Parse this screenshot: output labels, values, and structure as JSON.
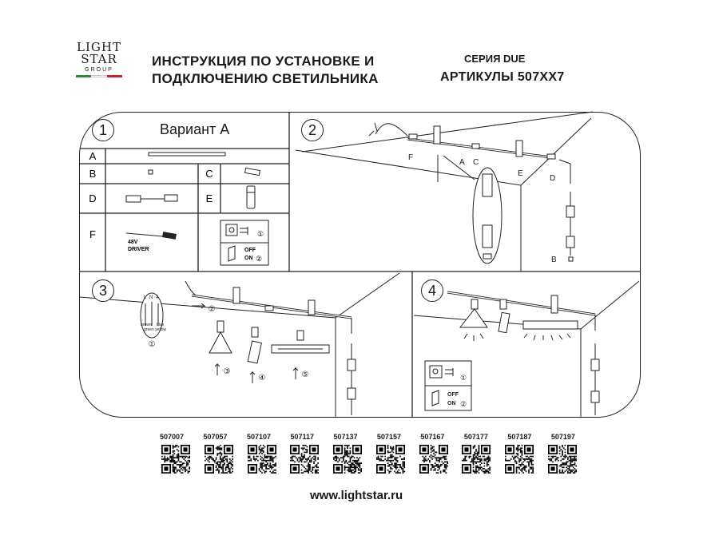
{
  "logo": {
    "line1": "LIGHT",
    "line2": "STAR",
    "line3": "GROUP"
  },
  "header": {
    "title_line1": "ИНСТРУКЦИЯ ПО УСТАНОВКЕ И",
    "title_line2": "ПОДКЛЮЧЕНИЮ СВЕТИЛЬНИКА",
    "series": "СЕРИЯ DUE",
    "articles": "АРТИКУЛЫ 507ХХ7"
  },
  "step1": {
    "number": "1",
    "title": "Вариант А",
    "rows": [
      "A",
      "B",
      "C",
      "D",
      "E",
      "F"
    ],
    "driver_line1": "48V",
    "driver_line2": "DRIVER",
    "off_label": "OFF",
    "on_label": "ON",
    "mark1": "①",
    "mark2": "②"
  },
  "step2": {
    "number": "2",
    "labels": [
      "F",
      "A",
      "C",
      "E",
      "D",
      "B"
    ]
  },
  "step3": {
    "number": "3",
    "wire_L": "L",
    "wire_N": "N",
    "wire_E": "⏚",
    "wire_colors": [
      "brown",
      "blue",
      "green yellow"
    ],
    "marks": [
      "①",
      "②",
      "③",
      "④",
      "⑤"
    ]
  },
  "step4": {
    "number": "4",
    "off_label": "OFF",
    "on_label": "ON",
    "mark1": "①",
    "mark2": "②"
  },
  "articles": [
    "507007",
    "507057",
    "507107",
    "507117",
    "507137",
    "507157",
    "507167",
    "507177",
    "507187",
    "507197"
  ],
  "website": "www.lightstar.ru",
  "colors": {
    "flag_green": "#2e8b3a",
    "flag_white": "#ffffff",
    "flag_red": "#c8202a",
    "line": "#222222"
  }
}
